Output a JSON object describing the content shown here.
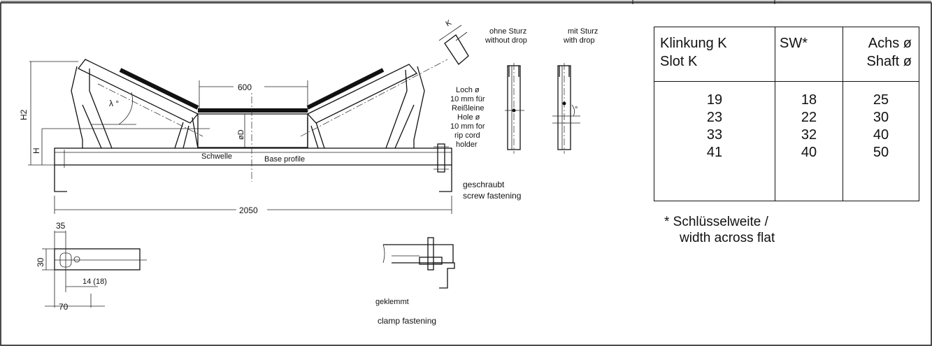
{
  "drawing": {
    "labels": {
      "dim_600": "600",
      "dim_2050": "2050",
      "dim_h2": "H2",
      "dim_h": "H",
      "angle_lambda": "λ °",
      "diam_d": "øD",
      "dim_k": "K",
      "schwelle": "Schwelle",
      "base_profile": "Base profile",
      "ohne_sturz": "ohne Sturz",
      "without_drop": "without drop",
      "mit_sturz": "mit Sturz",
      "with_drop": "with drop",
      "hole_de_1": "Loch ø",
      "hole_de_2": "10 mm für",
      "hole_de_3": "Reißleine",
      "hole_en_1": "Hole ø",
      "hole_en_2": "10 mm for",
      "hole_en_3": "rip cord",
      "hole_en_4": "holder",
      "drop_deg": "°",
      "geschraubt": "geschraubt",
      "screw_fastening": "screw fastening",
      "dim_35": "35",
      "dim_30": "30",
      "dim_14": "14 (18)",
      "dim_70": "70",
      "geklemmt": "geklemmt",
      "clamp_fastening": "clamp fastening"
    }
  },
  "table": {
    "headers": [
      [
        "Klinkung K",
        "Slot K"
      ],
      [
        "SW*"
      ],
      [
        "Achs ø",
        "Shaft ø"
      ]
    ],
    "columns": [
      [
        "19",
        "23",
        "33",
        "41"
      ],
      [
        "18",
        "22",
        "32",
        "40"
      ],
      [
        "25",
        "30",
        "40",
        "50"
      ]
    ]
  },
  "footnote": {
    "line1": "* Schlüsselweite /",
    "line2": "width across flat"
  }
}
